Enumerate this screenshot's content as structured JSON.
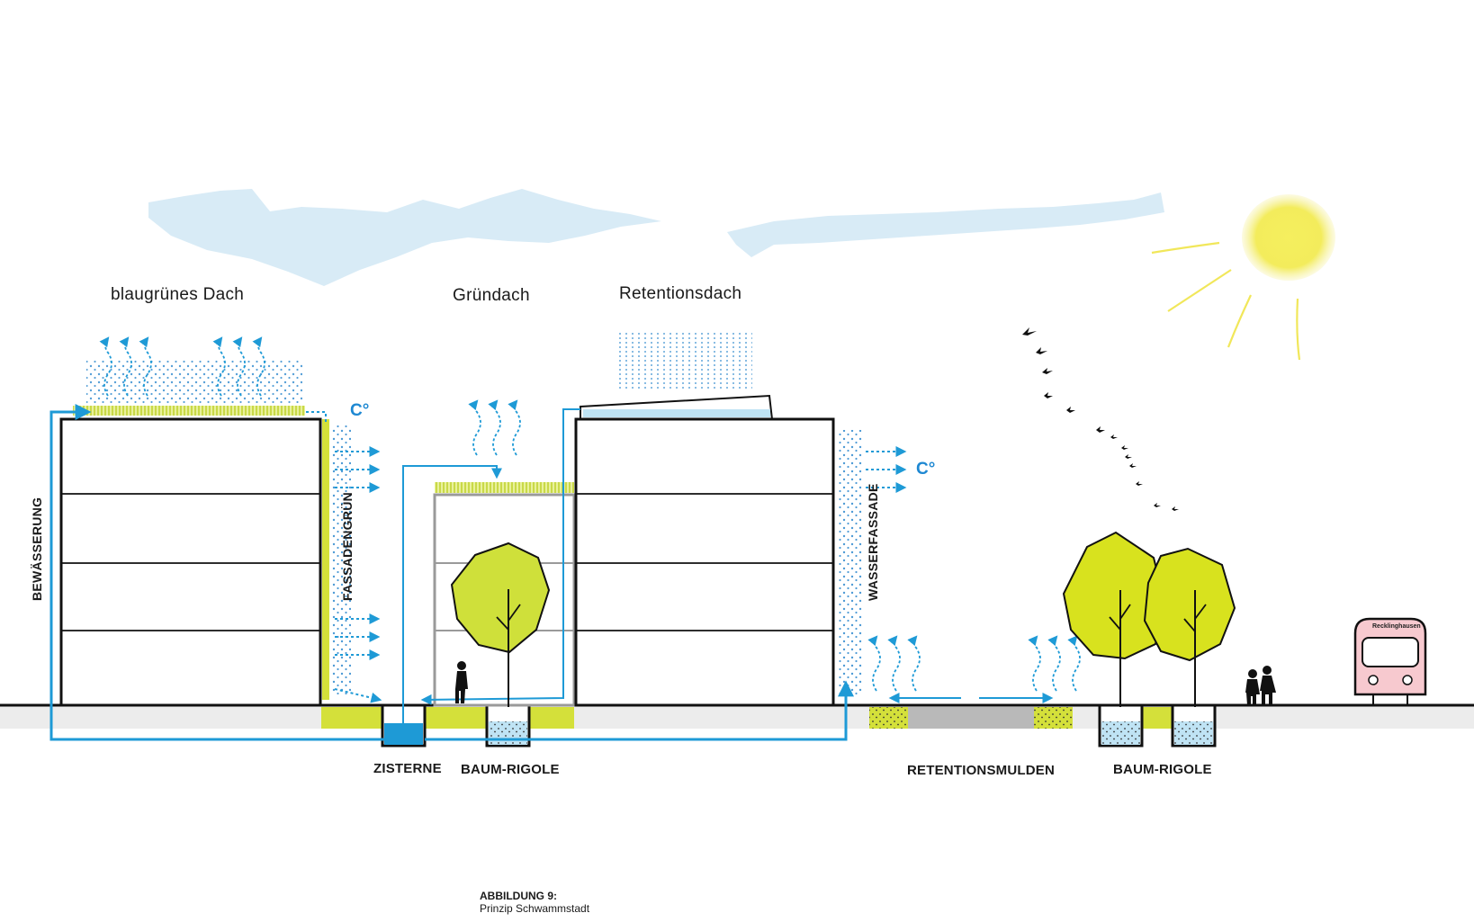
{
  "diagram": {
    "roof_labels": {
      "blue_green_roof": "blaugrünes Dach",
      "green_roof": "Gründach",
      "retention_roof": "Retentionsdach"
    },
    "vertical_labels": {
      "irrigation": "BEWÄSSERUNG",
      "facade_green": "FASSADENGRÜN",
      "water_facade": "WASSERFASSADE"
    },
    "ground_labels": {
      "cistern": "ZISTERNE",
      "tree_trench_1": "BAUM-RIGOLE",
      "retention_swales": "RETENTIONSMULDEN",
      "tree_trench_2": "BAUM-RIGOLE"
    },
    "temperature_labels": {
      "left": "C°",
      "right": "C°"
    },
    "train": {
      "destination": "Recklinghausen"
    },
    "caption": {
      "title": "ABBILDUNG 9:",
      "subtitle": "Prinzip Schwammstadt"
    },
    "colors": {
      "water_blue": "#1e9ad6",
      "sky_blue": "#d8ebf6",
      "lime_green": "#d4e03a",
      "tree_green": "#cfe03a",
      "sun_yellow": "#f2ec5a",
      "ground_grey": "#ececec",
      "swale_grey": "#b9b9b9",
      "train_pink": "#f7c9cf"
    }
  }
}
